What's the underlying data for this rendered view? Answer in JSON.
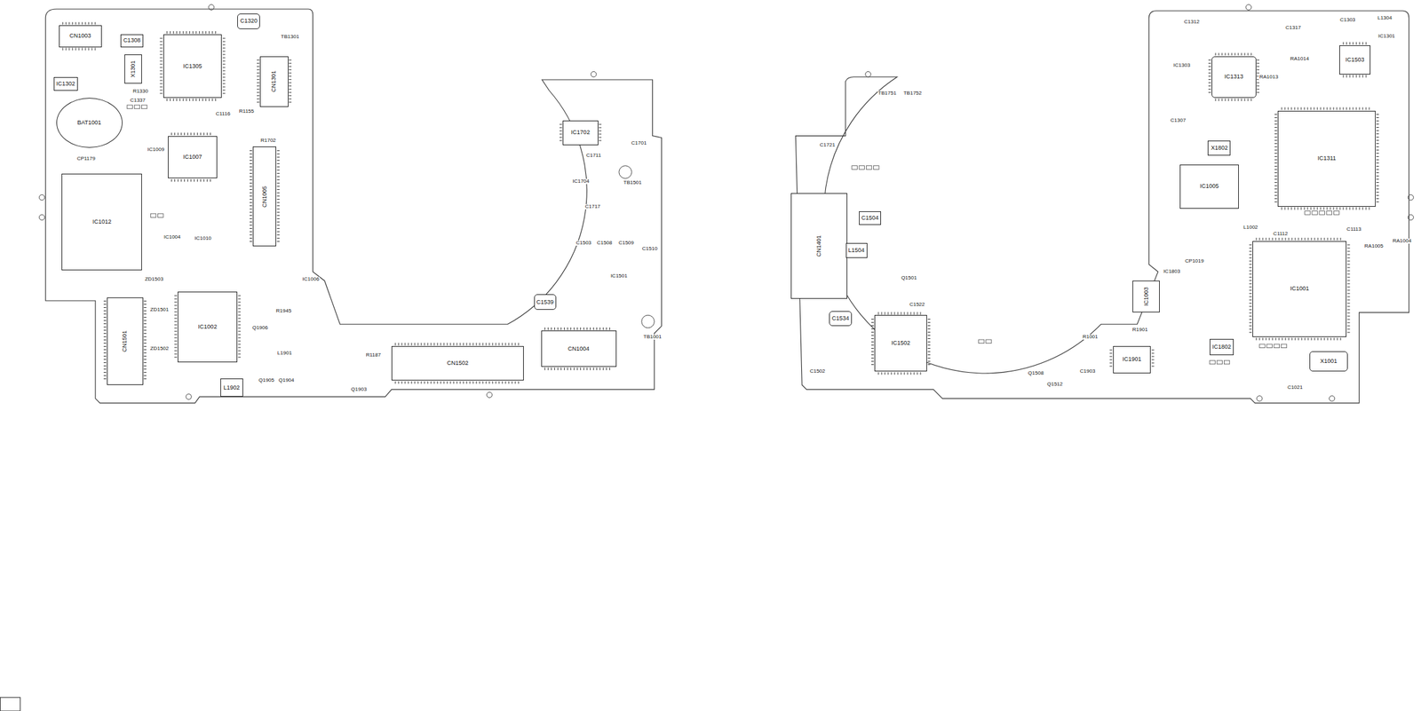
{
  "diagram": {
    "nodes": [
      {
        "text": [
          "CN1003"
        ]
      },
      {
        "text": [
          "C1308"
        ]
      },
      {
        "text": [
          "C1320"
        ]
      },
      {
        "text": [
          "IC1305"
        ]
      },
      {
        "text": [
          "X1301"
        ]
      },
      {
        "text": [
          "CN1301"
        ]
      },
      {
        "text": [
          "IC1302"
        ]
      },
      {
        "text": [
          "BAT1001"
        ]
      },
      {
        "text": [
          "IC1007"
        ]
      },
      {
        "text": [
          "IC1012"
        ]
      },
      {
        "text": [
          "CN1005"
        ]
      },
      {
        "text": [
          "IC1002"
        ]
      },
      {
        "text": [
          "CN1501"
        ]
      },
      {
        "text": [
          "L1902"
        ]
      },
      {
        "text": [
          "CN1502"
        ]
      },
      {
        "text": [
          "CN1004"
        ]
      },
      {
        "text": [
          "IC1702"
        ]
      },
      {
        "text": [
          "C1539"
        ]
      },
      {
        "text": [
          "IC1313"
        ]
      },
      {
        "text": [
          "IC1311"
        ]
      },
      {
        "text": [
          "IC1005"
        ]
      },
      {
        "text": [
          "IC1001"
        ]
      },
      {
        "text": [
          "X1001"
        ]
      },
      {
        "text": [
          "CN1401"
        ]
      },
      {
        "text": [
          "IC1502"
        ]
      },
      {
        "text": [
          "IC1901"
        ]
      },
      {
        "text": [
          "C1534"
        ]
      },
      {
        "text": [
          "IC1503"
        ]
      },
      {
        "text": [
          "X1802"
        ]
      },
      {
        "text": [
          "IC1003"
        ]
      },
      {
        "text": [
          "C1504"
        ]
      },
      {
        "text": [
          "L1504"
        ]
      },
      {
        "text": [
          "IC1802"
        ]
      }
    ],
    "labels": [
      "TB1301",
      "R1330",
      "C1337",
      "R1155",
      "R1702",
      "CP1179",
      "C1116",
      "IC1009",
      "IC1004",
      "IC1010",
      "ZD1503",
      "ZD1501",
      "ZD1502",
      "IC1006",
      "R1945",
      "Q1906",
      "L1901",
      "Q1905",
      "Q1904",
      "R1187",
      "Q1903",
      "TB1501",
      "TB1001",
      "C1711",
      "C1701",
      "IC1704",
      "C1717",
      "C1503",
      "C1508",
      "C1509",
      "C1510",
      "IC1501",
      "TB1751",
      "TB1752",
      "C1721",
      "Q1501",
      "C1522",
      "C1502",
      "C1312",
      "C1303",
      "L1304",
      "C1317",
      "IC1301",
      "IC1303",
      "RA1014",
      "C1307",
      "C1112",
      "L1002",
      "C1113",
      "RA1005",
      "RA1004",
      "IC1803",
      "CP1019",
      "R1901",
      "R1001",
      "C1903",
      "Q1508",
      "Q1512",
      "C1021",
      "RA1013"
    ]
  }
}
